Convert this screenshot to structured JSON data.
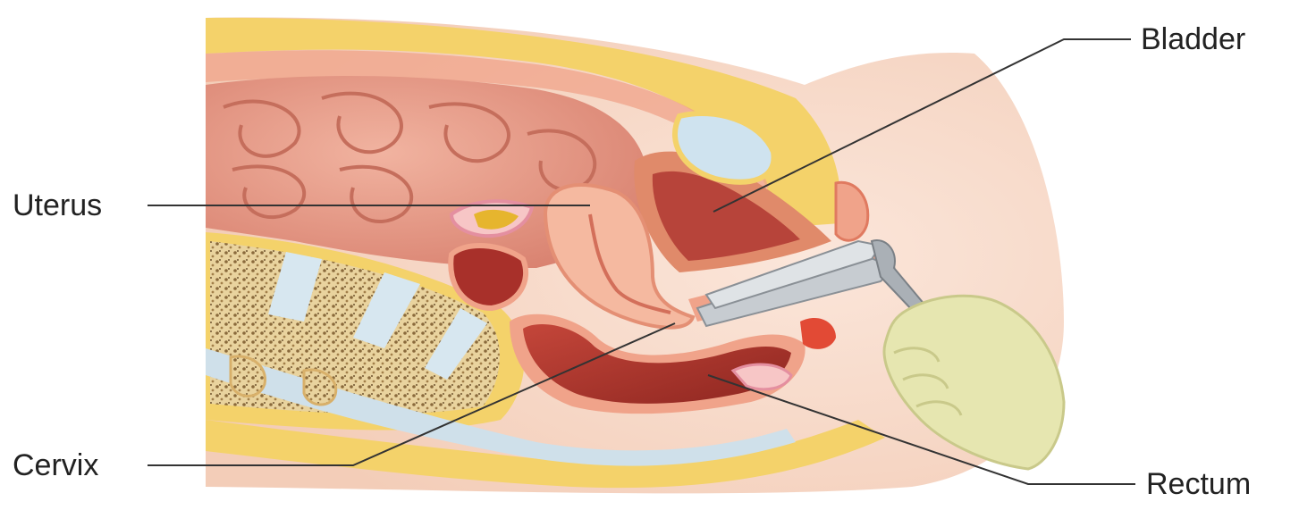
{
  "labels": {
    "uterus": "Uterus",
    "cervix": "Cervix",
    "bladder": "Bladder",
    "rectum": "Rectum"
  },
  "colors": {
    "skin": "#f7d8c8",
    "fat": "#f4d26a",
    "peritoneum_pink": "#f0a38a",
    "intestine": "#e9a08c",
    "uterus": "#f5b9a0",
    "bladder_wall": "#e08a6a",
    "bladder_fluid": "#cfe3ef",
    "rectum_lumen": "#a8302a",
    "bone": "#e8cf95",
    "disc": "#d7e7f0",
    "glove": "#e6e6b0",
    "speculum": "#b9bfc4",
    "leader_line": "#333333"
  }
}
